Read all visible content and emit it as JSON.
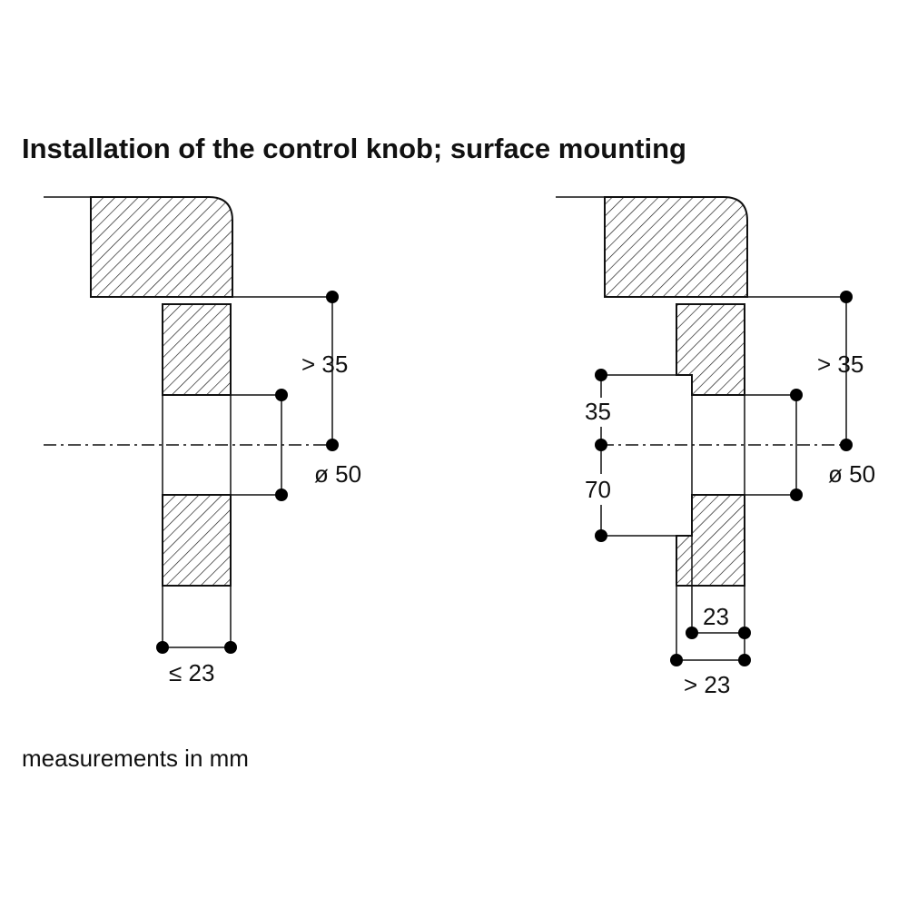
{
  "title": "Installation of the control knob; surface mounting",
  "footnote": "measurements in mm",
  "left_diagram": {
    "clearance_above": "> 35",
    "diameter": "ø 50",
    "depth": "≤ 23"
  },
  "right_diagram": {
    "clearance_above": "> 35",
    "diameter": "ø 50",
    "recess_upper": "35",
    "recess_lower": "70",
    "inner_depth": "23",
    "outer_depth": "> 23"
  }
}
